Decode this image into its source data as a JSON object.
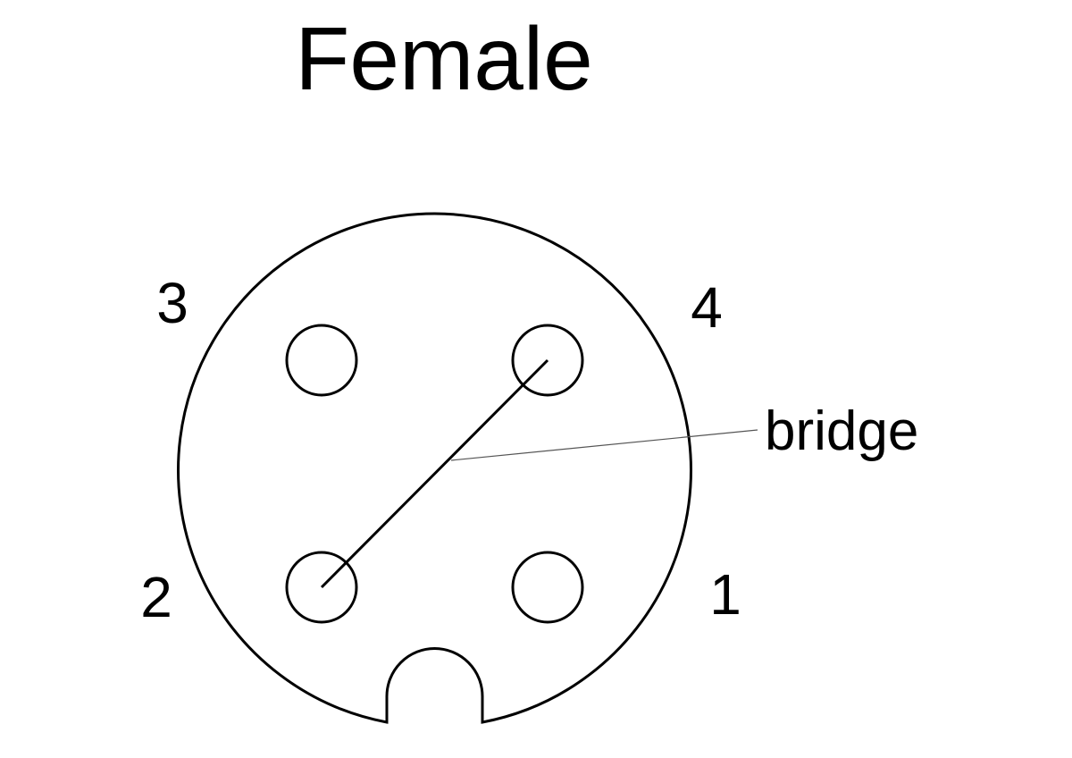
{
  "title": "Female",
  "pins": [
    {
      "id": "pin-1",
      "label": "1"
    },
    {
      "id": "pin-2",
      "label": "2"
    },
    {
      "id": "pin-3",
      "label": "3"
    },
    {
      "id": "pin-4",
      "label": "4"
    }
  ],
  "bridge": {
    "label": "bridge",
    "connects": [
      "2",
      "4"
    ]
  },
  "colors": {
    "stroke": "#000000",
    "background": "#ffffff"
  }
}
